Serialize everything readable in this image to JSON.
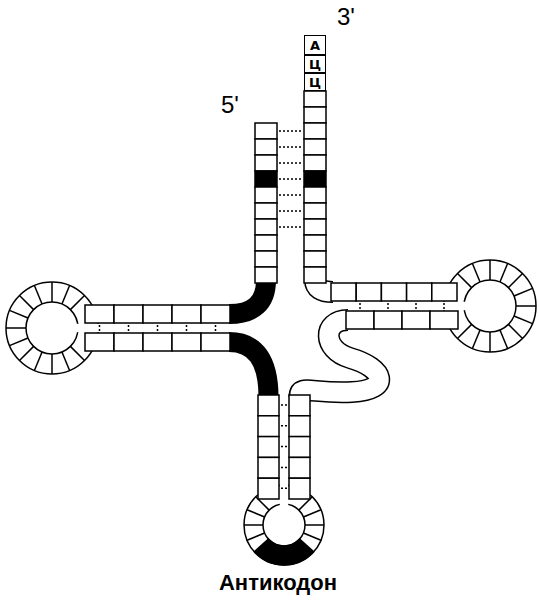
{
  "diagram": {
    "nodes": [
      {
        "text": [
          "А"
        ]
      },
      {
        "text": [
          "Ц"
        ]
      },
      {
        "text": [
          "Ц"
        ]
      }
    ],
    "labels": [
      "3'",
      "5'",
      "Антикодон"
    ]
  }
}
